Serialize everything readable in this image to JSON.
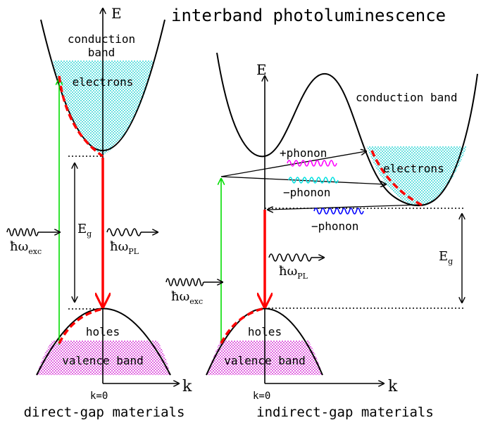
{
  "title": "interband photoluminescence",
  "direct": {
    "axis_e": "E",
    "axis_k": "k",
    "k_zero": "k=0",
    "conduction": "conduction",
    "band": "band",
    "electrons": "electrons",
    "holes": "holes",
    "valence_band": "valence band",
    "eg_main": "E",
    "eg_sub": "g",
    "exc_main": "ħω",
    "exc_sub": "exc",
    "pl_main": "ħω",
    "pl_sub": "PL",
    "caption": "direct-gap materials"
  },
  "indirect": {
    "axis_e": "E",
    "axis_k": "k",
    "k_zero": "k=0",
    "conduction_band": "conduction band",
    "electrons": "electrons",
    "plus_phonon": "+phonon",
    "minus_phonon_1": "−phonon",
    "minus_phonon_2": "−phonon",
    "holes": "holes",
    "valence_band": "valence band",
    "eg_main": "E",
    "eg_sub": "g",
    "exc_main": "ħω",
    "exc_sub": "exc",
    "pl_main": "ħω",
    "pl_sub": "PL",
    "caption": "indirect-gap materials"
  },
  "colors": {
    "excitation_arrow": "#00dd00",
    "emission_arrow": "#ff0000",
    "relaxation_path": "#ff0000",
    "electron_fill": "#00cccc",
    "hole_fill": "#cc00cc",
    "phonon_plus": "#ff00ff",
    "phonon_minus_absorb": "#00e0e0",
    "phonon_minus_emit": "#0000ff"
  }
}
